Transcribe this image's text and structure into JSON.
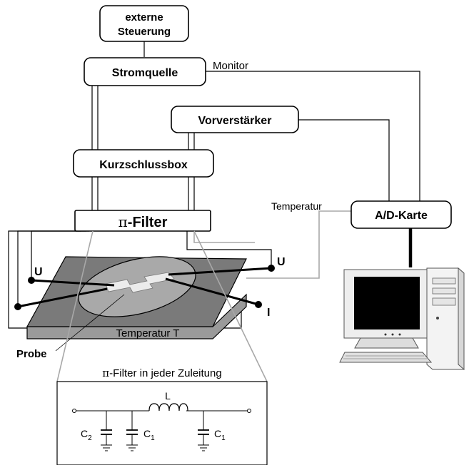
{
  "boxes": {
    "externe_line1": "externe",
    "externe_line2": "Steuerung",
    "stromquelle": "Stromquelle",
    "vorverstaerker": "Vorverstärker",
    "kurzschlussbox": "Kurzschlussbox",
    "pi_filter_symbol": "π",
    "pi_filter_text": "-Filter",
    "ad_karte": "A/D-Karte"
  },
  "labels": {
    "monitor": "Monitor",
    "temperatur": "Temperatur",
    "u_left": "U",
    "u_right": "U",
    "i_right": "I",
    "temperatur_t": "Temperatur T",
    "probe": "Probe"
  },
  "inset": {
    "title_symbol": "π",
    "title_text": "-Filter in jeder Zuleitung",
    "inductor": "L",
    "c2": "C",
    "c2_sub": "2",
    "c1a": "C",
    "c1a_sub": "1",
    "c1b": "C",
    "c1b_sub": "1"
  },
  "colors": {
    "stage_top": "#7a7a7a",
    "stage_side": "#9a9a9a",
    "sample_disc": "#a9a9a9",
    "leads_grey": "#a8a8a8",
    "computer_body": "#f0f0f0",
    "screen": "#000000"
  }
}
